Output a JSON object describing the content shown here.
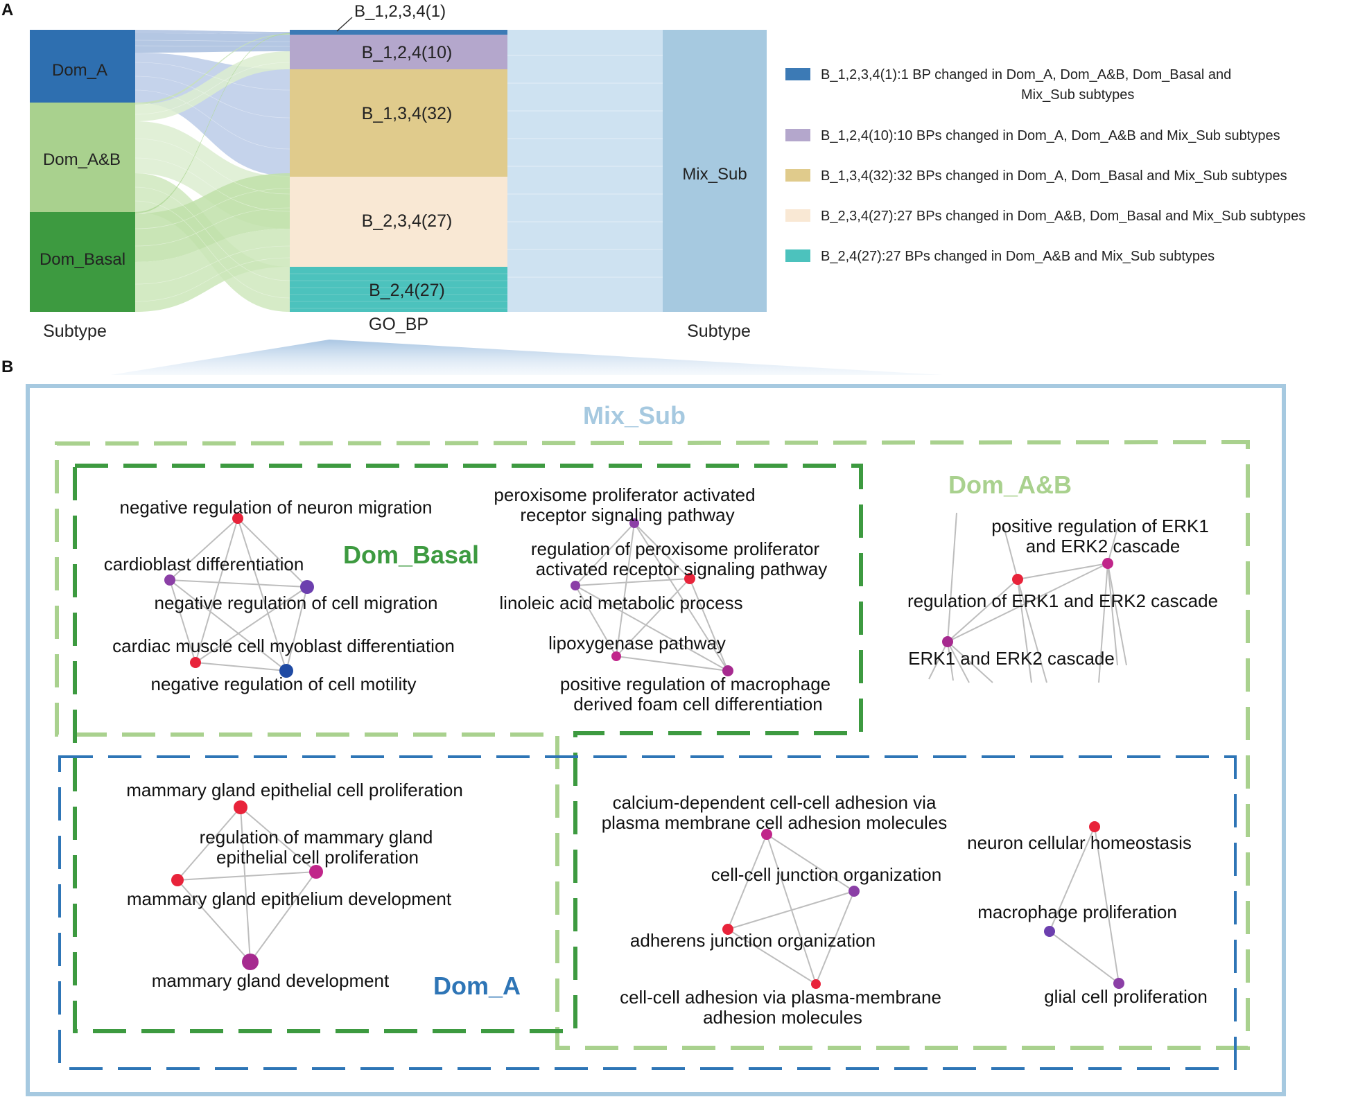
{
  "panels": {
    "a": "A",
    "b": "B"
  },
  "sankey": {
    "left_nodes": [
      {
        "label": "Dom_A",
        "color": "#2e75b6"
      },
      {
        "label": "Dom_A&B",
        "color": "#a9d18e"
      },
      {
        "label": "Dom_Basal",
        "color": "#3d9a40"
      }
    ],
    "middle_nodes": [
      {
        "label": "B_1,2,3,4(1)",
        "count": 1,
        "color": "#3c7ab5"
      },
      {
        "label": "B_1,2,4(10)",
        "count": 10,
        "color": "#b4a7cc"
      },
      {
        "label": "B_1,3,4(32)",
        "count": 32,
        "color": "#e0cb8c"
      },
      {
        "label": "B_2,3,4(27)",
        "count": 27,
        "color": "#f9e8d4"
      },
      {
        "label": "B_2,4(27)",
        "count": 27,
        "color": "#4cc2bd"
      }
    ],
    "right_node": {
      "label": "Mix_Sub",
      "color": "#a6c9e0"
    },
    "axis_labels": {
      "left": "Subtype",
      "middle": "GO_BP",
      "right": "Subtype"
    },
    "legend": [
      {
        "line1": "B_1,2,3,4(1):1 BP changed in Dom_A, Dom_A&B, Dom_Basal and",
        "line2": "Mix_Sub subtypes",
        "color": "#3c7ab5"
      },
      {
        "line1": "B_1,2,4(10):10 BPs changed in Dom_A, Dom_A&B and Mix_Sub subtypes",
        "line2": "",
        "color": "#b4a7cc"
      },
      {
        "line1": "B_1,3,4(32):32 BPs changed in Dom_A, Dom_Basal and Mix_Sub subtypes",
        "line2": "",
        "color": "#e0cb8c"
      },
      {
        "line1": "B_2,3,4(27):27 BPs changed in Dom_A&B, Dom_Basal and Mix_Sub subtypes",
        "line2": "",
        "color": "#f9e8d4"
      },
      {
        "line1": "B_2,4(27):27 BPs changed in Dom_A&B and Mix_Sub subtypes",
        "line2": "",
        "color": "#4cc2bd"
      }
    ]
  },
  "groups": {
    "mix_sub": {
      "label": "Mix_Sub",
      "color": "#a6c9e0"
    },
    "dom_ab": {
      "label": "Dom_A&B",
      "color": "#a9d18e"
    },
    "dom_basal": {
      "label": "Dom_Basal",
      "color": "#3d9a40"
    },
    "dom_a": {
      "label": "Dom_A",
      "color": "#2e75b6"
    }
  },
  "network": {
    "terms": {
      "neg_neuron_migration": "negative regulation of neuron migration",
      "cardioblast_diff": "cardioblast differentiation",
      "neg_cell_migration": "negative regulation of cell migration",
      "cardiac_myoblast_diff": "cardiac muscle cell myoblast differentiation",
      "neg_cell_motility": "negative regulation of cell motility",
      "ppar_pathway_1": "peroxisome proliferator activated",
      "ppar_pathway_2": "receptor signaling pathway",
      "reg_ppar_1": "regulation of peroxisome proliferator",
      "reg_ppar_2": "activated receptor signaling pathway",
      "linoleic": "linoleic acid metabolic process",
      "lipoxygenase": "lipoxygenase pathway",
      "macrophage_foam_1": "positive regulation of macrophage",
      "macrophage_foam_2": "derived foam cell differentiation",
      "pos_erk_1": "positive regulation of ERK1",
      "pos_erk_2": "and ERK2 cascade",
      "reg_erk": "regulation of ERK1 and ERK2 cascade",
      "erk_cascade": "ERK1 and ERK2 cascade",
      "mammary_prolif": "mammary gland epithelial cell proliferation",
      "reg_mammary_1": "regulation of mammary gland",
      "reg_mammary_2": "epithelial cell proliferation",
      "mammary_epithelium": "mammary gland epithelium development",
      "mammary_dev": "mammary gland development",
      "calcium_adh_1": "calcium-dependent cell-cell adhesion via",
      "calcium_adh_2": "plasma membrane cell adhesion molecules",
      "junction_org": "cell-cell junction organization",
      "adherens_org": "adherens junction organization",
      "pm_adh_1": "cell-cell adhesion via plasma-membrane",
      "pm_adh_2": "adhesion molecules",
      "neuron_homeo": "neuron cellular homeostasis",
      "macrophage_prolif": "macrophage proliferation",
      "glial_prolif": "glial cell proliferation"
    },
    "node_colors": {
      "red": "#e8233a",
      "purple": "#8b3fa6",
      "violet": "#6c3fae",
      "magenta": "#c0268a",
      "blue": "#1f4aa3",
      "edge": "#bdbdbd"
    }
  }
}
